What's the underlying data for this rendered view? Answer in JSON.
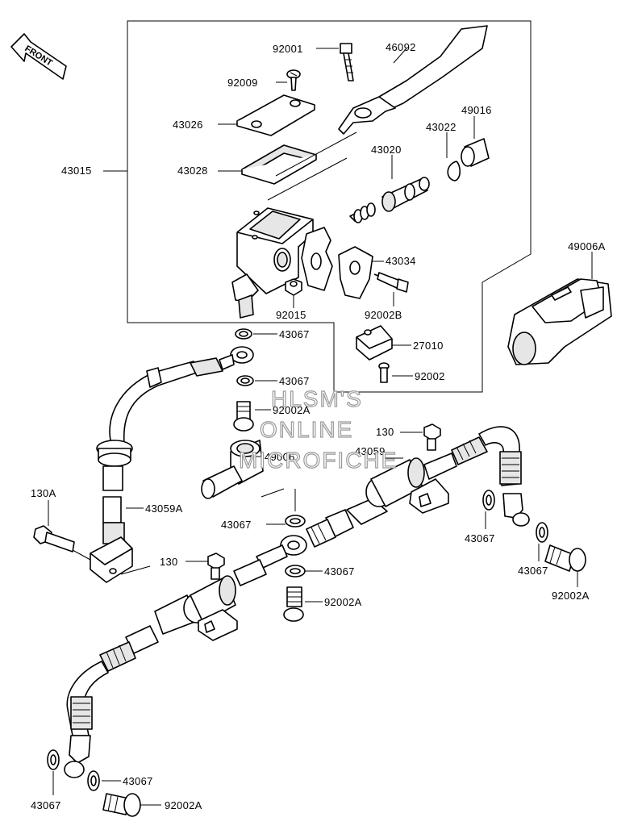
{
  "front_badge": "FRONT",
  "watermark": [
    "HLSM'S",
    "ONLINE",
    "MICROFICHE"
  ],
  "labels": {
    "l_92001": "92001",
    "l_46092": "46092",
    "l_92009": "92009",
    "l_43026": "43026",
    "l_49016": "49016",
    "l_43022": "43022",
    "l_43020": "43020",
    "l_43015": "43015",
    "l_43028": "43028",
    "l_49006A": "49006A",
    "l_43034": "43034",
    "l_92015": "92015",
    "l_92002B": "92002B",
    "l_43067_a": "43067",
    "l_27010": "27010",
    "l_43067_b": "43067",
    "l_92002": "92002",
    "l_92002A_a": "92002A",
    "l_130_a": "130",
    "l_43059": "43059",
    "l_49006": "49006",
    "l_130A": "130A",
    "l_43059A": "43059A",
    "l_43067_c": "43067",
    "l_43067_d": "43067",
    "l_130_b": "130",
    "l_43067_e": "43067",
    "l_43067_f": "43067",
    "l_92002A_b": "92002A",
    "l_92002A_c": "92002A",
    "l_43067_g": "43067",
    "l_43067_h": "43067",
    "l_92002A_d": "92002A"
  }
}
